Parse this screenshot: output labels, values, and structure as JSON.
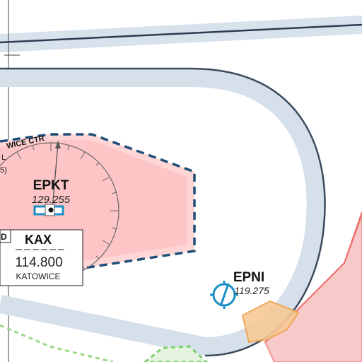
{
  "map": {
    "ctr_label": "WICE CTR",
    "airports": [
      {
        "icao": "EPKT",
        "frequency": "129.255"
      },
      {
        "icao": "EPNI",
        "frequency": "119.275"
      }
    ],
    "navaid": {
      "ident": "KAX",
      "frequency": "114.800",
      "name": "KATOWICE",
      "partial_text": "D"
    },
    "left_edge_fragments": [
      "L",
      "5)"
    ],
    "colors": {
      "ctr_fill": "#ffcccc",
      "ctr_border": "#1f4e79",
      "restricted_fill": "#f4a6a6",
      "danger_area": "#f2a65a",
      "route_band": "#d6e0ea",
      "route_line": "#3b4a5c",
      "green_zone": "#7ccf6b",
      "airport_symbol": "#1a8fc7"
    }
  }
}
